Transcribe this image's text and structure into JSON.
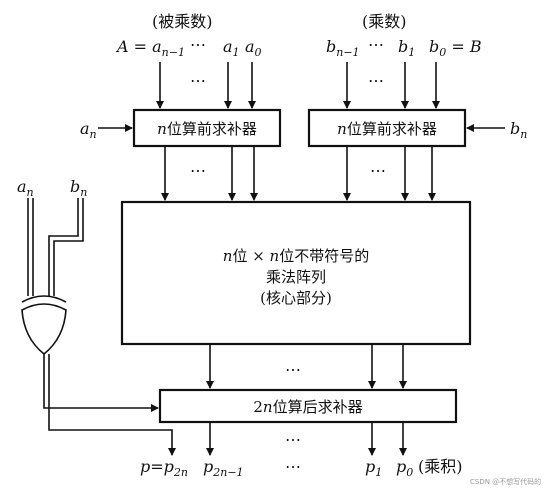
{
  "captions": {
    "multiplicand": "(被乘数)",
    "multiplier": "(乘数)",
    "product": "(乘积)"
  },
  "inputs_a": {
    "lead": "A = a",
    "lead_sub": "n−1",
    "dots": "⋯",
    "a1": "a",
    "a1_sub": "1",
    "a0": "a",
    "a0_sub": "0"
  },
  "inputs_b": {
    "lead": "b",
    "lead_sub": "n−1",
    "dots": "⋯",
    "b1": "b",
    "b1_sub": "1",
    "b0": "b",
    "b0_sub": "0",
    "b0_tail": " = B"
  },
  "side_inputs": {
    "an": "a",
    "an_sub": "n",
    "bn": "b",
    "bn_sub": "n"
  },
  "blocks": {
    "pre_left": {
      "italic": "n",
      "text": "位算前求补器"
    },
    "pre_right": {
      "italic": "n",
      "text": "位算前求补器"
    },
    "core": {
      "line1_a": "n",
      "line1_b": "位 × ",
      "line1_c": "n",
      "line1_d": "位不带符号的",
      "line2": "乘法阵列",
      "line3": "(核心部分)"
    },
    "post": {
      "prefix": "2",
      "italic": "n",
      "text": "位算后求补器"
    }
  },
  "outputs": {
    "p": "p",
    "eq": "=p",
    "p_sub": "2n",
    "p2": "p",
    "p2_sub": "2n−1",
    "dots": "⋯",
    "p1": "p",
    "p1_sub": "1",
    "p0": "p",
    "p0_sub": "0"
  },
  "ellipsis": "⋯",
  "watermark": "CSDN @不想写代码的"
}
